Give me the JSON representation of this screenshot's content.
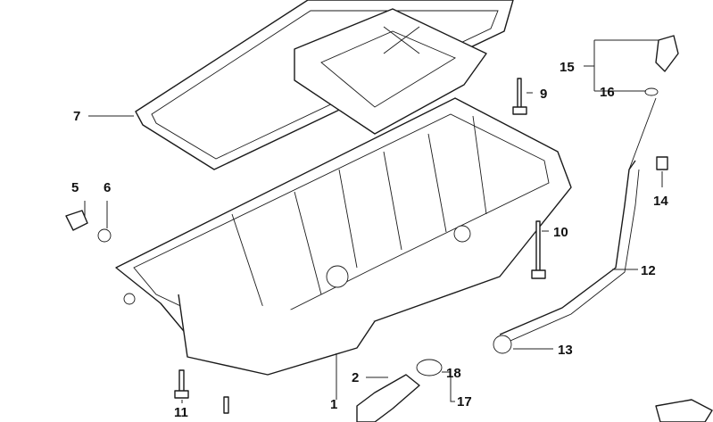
{
  "diagram": {
    "labels": [
      {
        "id": "p1",
        "text": "1"
      },
      {
        "id": "p2",
        "text": "2"
      },
      {
        "id": "p5",
        "text": "5"
      },
      {
        "id": "p6",
        "text": "6"
      },
      {
        "id": "p7",
        "text": "7"
      },
      {
        "id": "p9",
        "text": "9"
      },
      {
        "id": "p10",
        "text": "10"
      },
      {
        "id": "p11",
        "text": "11"
      },
      {
        "id": "p12",
        "text": "12"
      },
      {
        "id": "p13",
        "text": "13"
      },
      {
        "id": "p14",
        "text": "14"
      },
      {
        "id": "p15",
        "text": "15"
      },
      {
        "id": "p16",
        "text": "16"
      },
      {
        "id": "p17",
        "text": "17"
      },
      {
        "id": "p18",
        "text": "18"
      }
    ]
  }
}
